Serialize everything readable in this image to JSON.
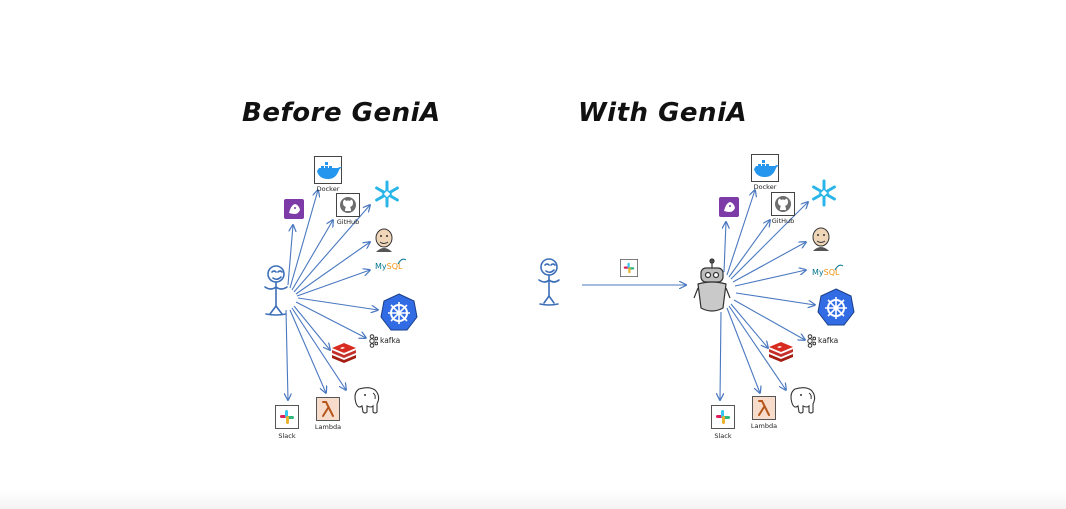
{
  "panels": {
    "before": {
      "title": "Before GeniA"
    },
    "with": {
      "title": "With GeniA"
    }
  },
  "labels": {
    "docker": "Docker",
    "github": "GitHub",
    "slack": "Slack",
    "lambda": "Lambda",
    "kafka": "kafka",
    "mysql_a": "My",
    "mysql_b": "SQL"
  },
  "colors": {
    "arrow": "#4a78c0",
    "docker": "#2496ed",
    "snowflake": "#29b5e8",
    "kubernetes": "#326ce5",
    "redis": "#a41e11",
    "datadog": "#7d3ba8",
    "lambda_bg": "#f7dccb",
    "lambda_fg": "#e07b32"
  }
}
